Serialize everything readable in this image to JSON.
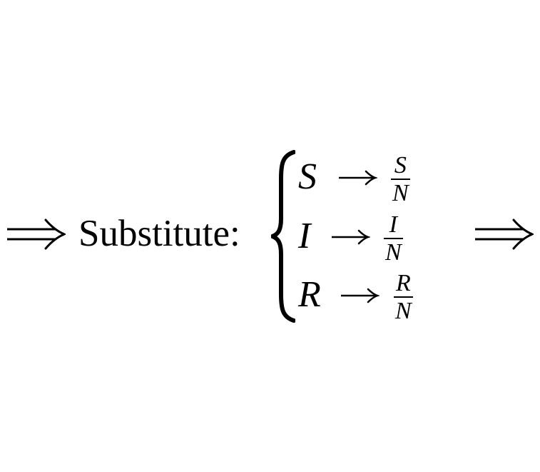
{
  "label": "Substitute:",
  "arrow_symbol": "implies",
  "substitutions": [
    {
      "variable": "S",
      "numerator": "S",
      "denominator": "N"
    },
    {
      "variable": "I",
      "numerator": "I",
      "denominator": "N"
    },
    {
      "variable": "R",
      "numerator": "R",
      "denominator": "N"
    }
  ]
}
